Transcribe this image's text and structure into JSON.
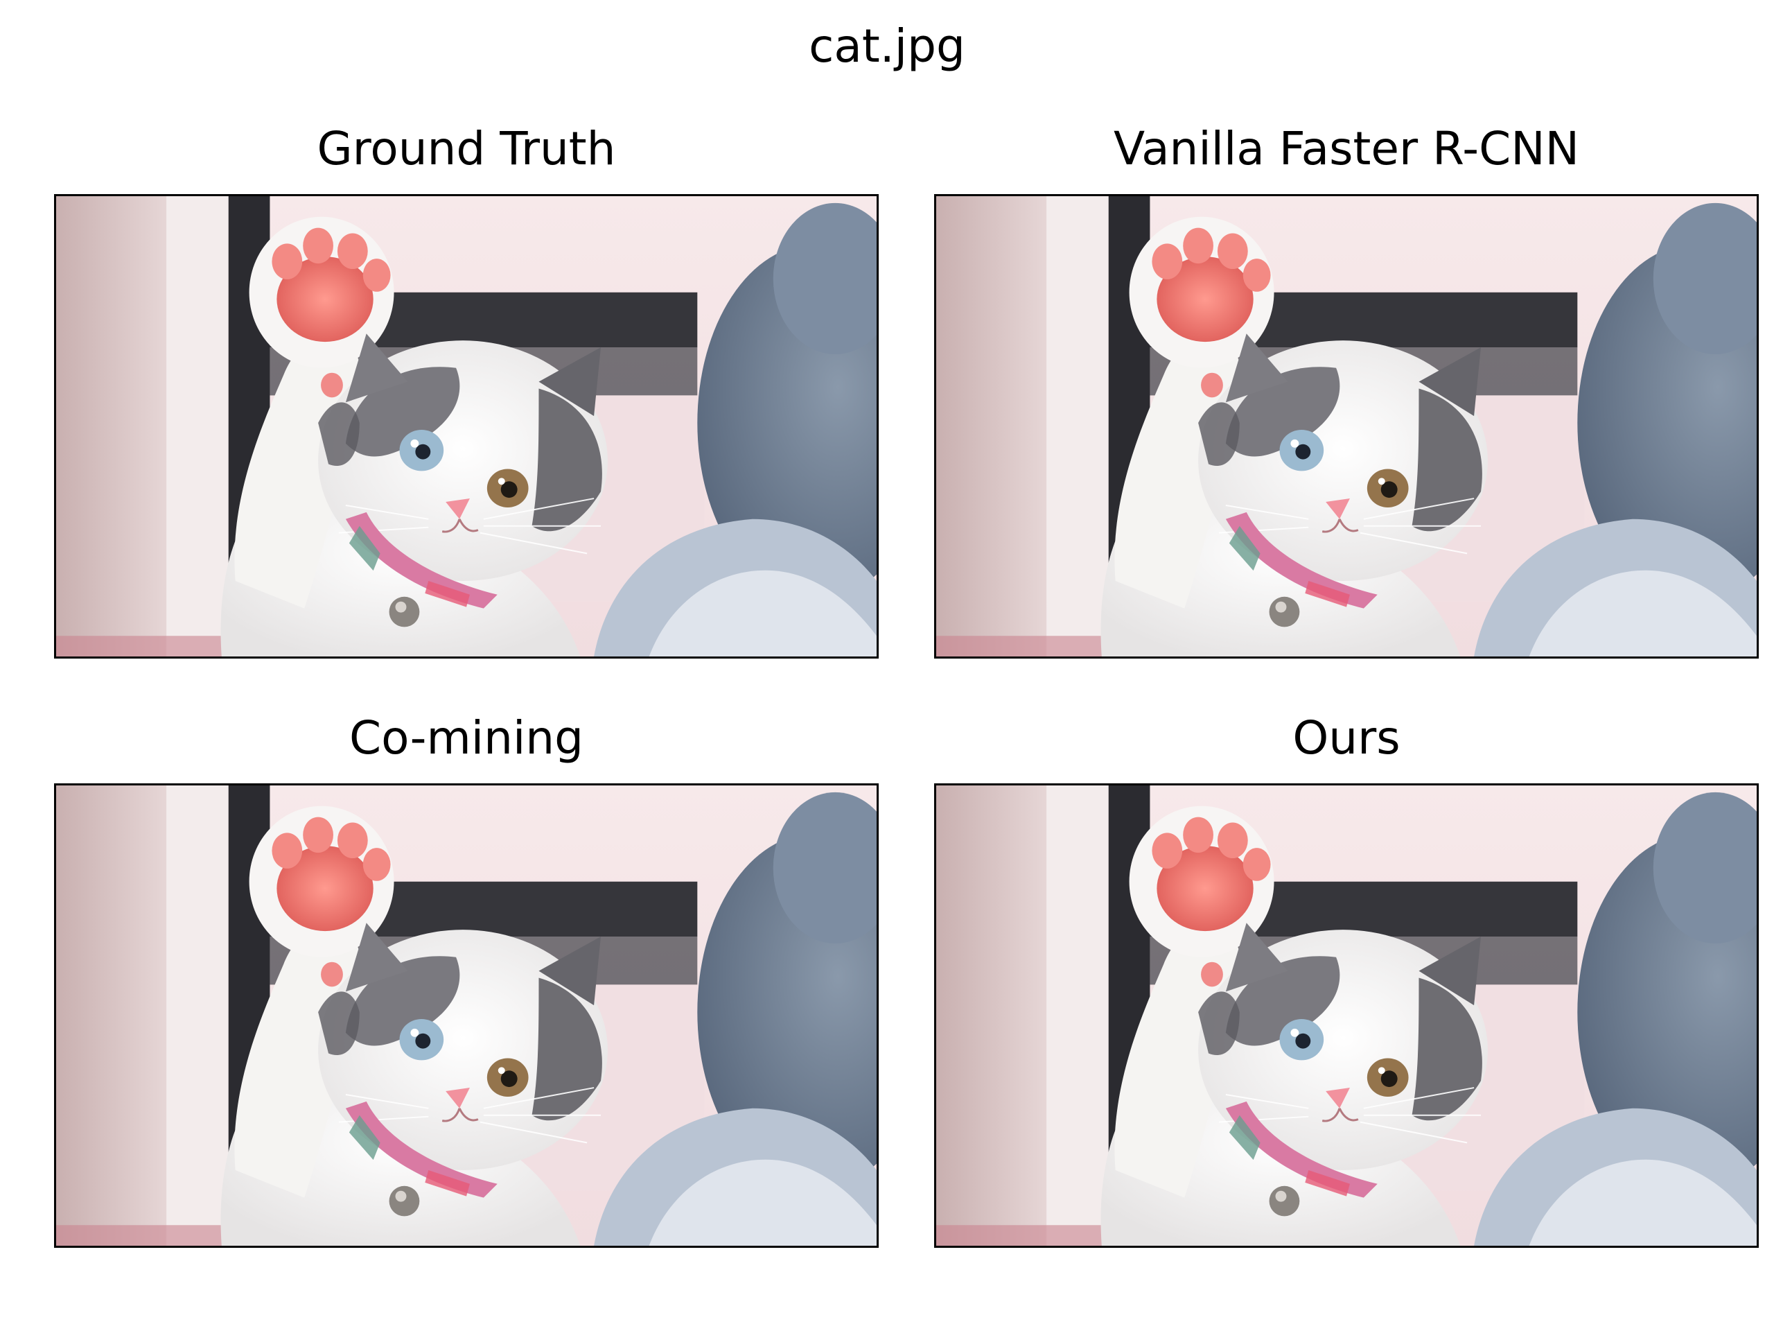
{
  "figure": {
    "title": "cat.jpg"
  },
  "panels": [
    {
      "title": "Ground Truth"
    },
    {
      "title": "Vanilla Faster R-CNN"
    },
    {
      "title": "Co-mining"
    },
    {
      "title": "Ours"
    }
  ],
  "colors": {
    "frame_border": "#000000",
    "background": "#ffffff",
    "wall_left": "#cbb4b4",
    "window_frame": "#2e2e33",
    "sky": "#f4e2e4",
    "pillow": "#6f7f93",
    "blanket": "#aab6c6",
    "fur_white": "#f6f5f3",
    "fur_gray": "#77767b",
    "paw_pad": "#f07a76",
    "collar": "#d36f9a",
    "eye_left": "#8fb2c9",
    "eye_right": "#8a6b44",
    "nose": "#f3a0ac"
  },
  "image_subject": "kitten-raising-paw"
}
